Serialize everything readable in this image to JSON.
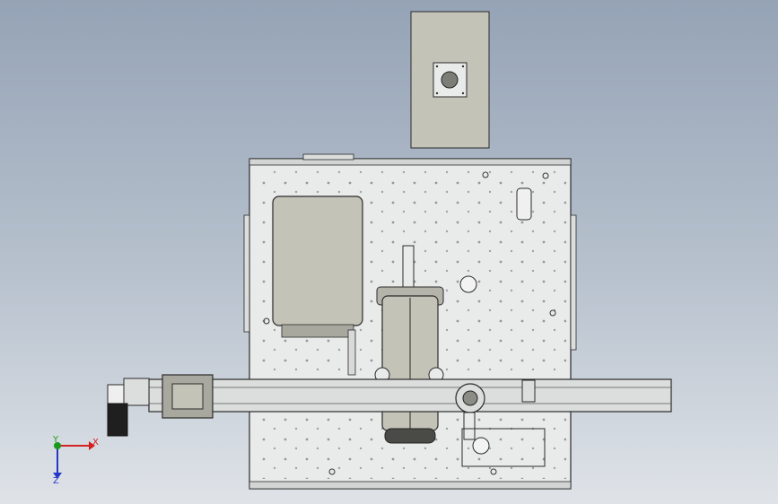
{
  "viewport": {
    "background_top": "#95a3b6",
    "background_bottom": "#dfe3e8"
  },
  "triad": {
    "x_label": "X",
    "y_label": "Y",
    "z_label": "Z",
    "x_color": "#d42020",
    "y_color": "#1a9a1a",
    "z_color": "#2436c8"
  },
  "colors": {
    "plate": "#e9ebea",
    "gray_part": "#c4c3b8",
    "dark_gray_part": "#a9a89e",
    "rail": "#dcdedd",
    "outline": "#2a2a2a",
    "hole": "#555555"
  }
}
